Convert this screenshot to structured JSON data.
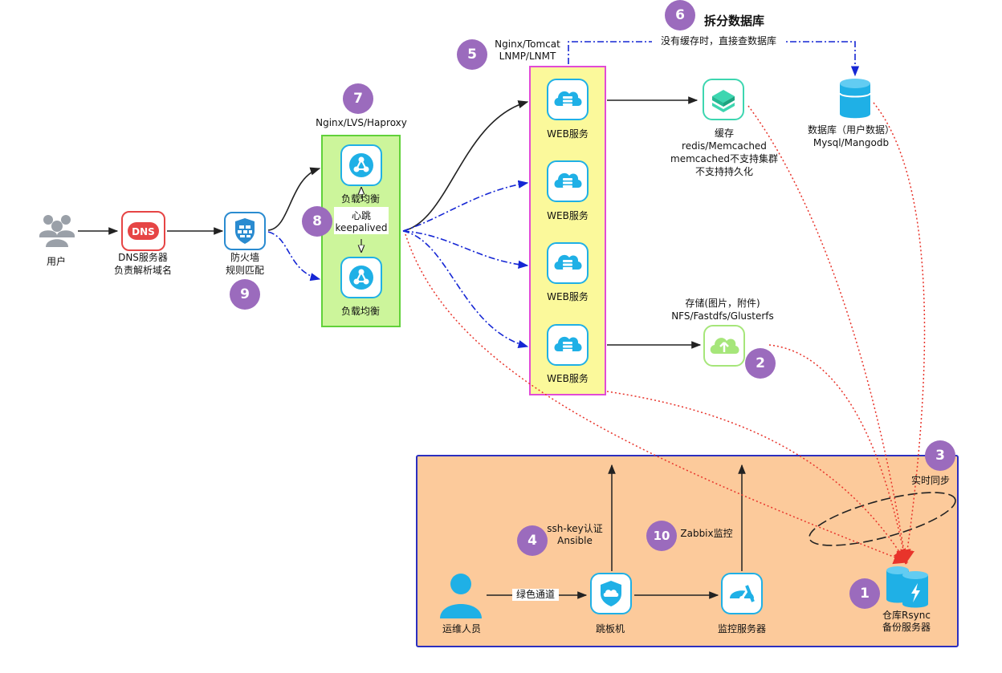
{
  "nodes": {
    "user": "用户",
    "dns": [
      "DNS服务器",
      "负责解析域名"
    ],
    "firewall": [
      "防火墙",
      "规则匹配"
    ],
    "lb_top": "负载均衡",
    "lb_bottom": "负载均衡",
    "heartbeat": [
      "心跳",
      "keepalived"
    ],
    "lb_header": "Nginx/LVS/Haproxy",
    "web": [
      "WEB服务",
      "WEB服务",
      "WEB服务",
      "WEB服务"
    ],
    "web_header": [
      "Nginx/Tomcat",
      "LNMP/LNMT"
    ],
    "cache": [
      "缓存",
      "redis/Memcached",
      "memcached不支持集群",
      "不支持持久化"
    ],
    "database": [
      "数据库（用户数据）",
      "Mysql/Mangodb"
    ],
    "storage": [
      "存储(图片，附件)",
      "NFS/Fastdfs/Glusterfs"
    ],
    "no_cache_note": "没有缓存时，直接查数据库",
    "split_db": "拆分数据库",
    "ops": "运维人员",
    "green_channel": "绿色通道",
    "jump": "跳板机",
    "ssh": [
      "ssh-key认证",
      "Ansible"
    ],
    "zabbix": "Zabbix监控",
    "monitor": "监控服务器",
    "backup": [
      "仓库Rsync",
      "备份服务器"
    ],
    "realtime_sync": "实时同步",
    "badge_1": "1",
    "badge_2": "2",
    "badge_3": "3",
    "badge_4": "4",
    "badge_5": "5",
    "badge_6": "6",
    "badge_7": "7",
    "badge_8": "8",
    "badge_9": "9",
    "badge_10": "10"
  },
  "colors": {
    "lb_box": "#ccf59b",
    "web_box": "#fbf99b",
    "ops_box": "#fcca9b",
    "badge": "#9b6bbd",
    "icon_blue": "#1fb0e6",
    "dashed_blue": "#1526d4",
    "sync_red": "#e8342b"
  }
}
